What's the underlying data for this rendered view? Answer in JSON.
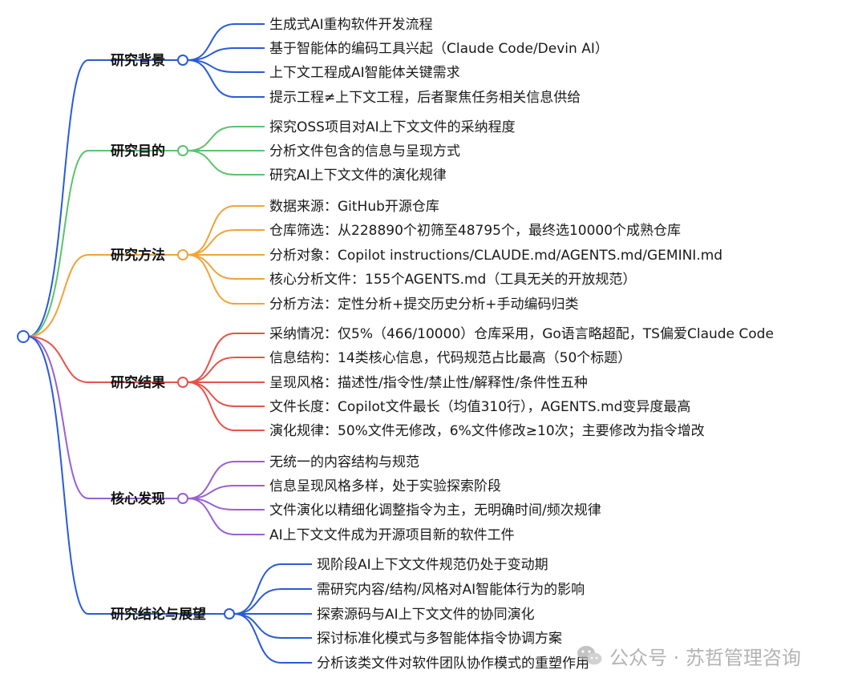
{
  "branches": [
    {
      "label": "研究背景",
      "color": "#2a5bd7",
      "items": [
        "生成式AI重构软件开发流程",
        "基于智能体的编码工具兴起（Claude Code/Devin AI）",
        "上下文工程成AI智能体关键需求",
        "提示工程≠上下文工程，后者聚焦任务相关信息供给"
      ]
    },
    {
      "label": "研究目的",
      "color": "#5cc26c",
      "items": [
        "探究OSS项目对AI上下文文件的采纳程度",
        "分析文件包含的信息与呈现方式",
        "研究AI上下文文件的演化规律"
      ]
    },
    {
      "label": "研究方法",
      "color": "#f0a43a",
      "items": [
        "数据来源：GitHub开源仓库",
        "仓库筛选：从228890个初筛至48795个，最终选10000个成熟仓库",
        "分析对象：Copilot instructions/CLAUDE.md/AGENTS.md/GEMINI.md",
        "核心分析文件：155个AGENTS.md（工具无关的开放规范）",
        "分析方法：定性分析+提交历史分析+手动编码归类"
      ]
    },
    {
      "label": "研究结果",
      "color": "#e8524a",
      "items": [
        "采纳情况：仅5%（466/10000）仓库采用，Go语言略超配，TS偏爱Claude Code",
        "信息结构：14类核心信息，代码规范占比最高（50个标题）",
        "呈现风格：描述性/指令性/禁止性/解释性/条件性五种",
        "文件长度：Copilot文件最长（均值310行），AGENTS.md变异度最高",
        "演化规律：50%文件无修改，6%文件修改≥10次；主要修改为指令增改"
      ]
    },
    {
      "label": "核心发现",
      "color": "#9b5fd1",
      "items": [
        "无统一的内容结构与规范",
        "信息呈现风格多样，处于实验探索阶段",
        "文件演化以精细化调整指令为主，无明确时间/频次规律",
        "AI上下文文件成为开源项目新的软件工件"
      ]
    },
    {
      "label": "研究结论与展望",
      "color": "#2a5bd7",
      "items": [
        "现阶段AI上下文文件规范仍处于变动期",
        "需研究内容/结构/风格对AI智能体行为的影响",
        "探索源码与AI上下文文件的协同演化",
        "探讨标准化模式与多智能体指令协调方案",
        "分析该类文件对软件团队协作模式的重塑作用"
      ]
    }
  ],
  "watermark": {
    "text": "公众号 · 苏哲管理咨询"
  },
  "root_color": "#2a5bd7"
}
